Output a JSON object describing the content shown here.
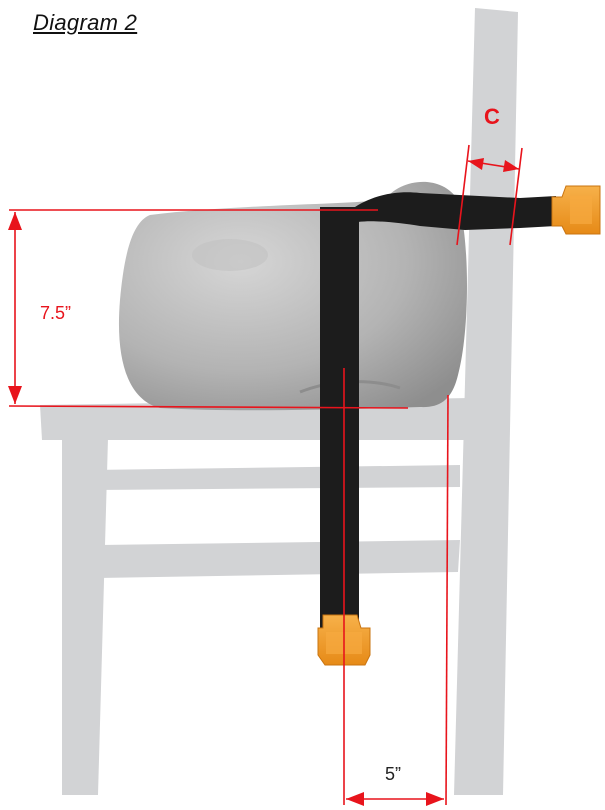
{
  "title": "Diagram 2",
  "labels": {
    "height": "7.5”",
    "depth": "5”",
    "c": "C"
  },
  "colors": {
    "chair": "#d2d3d5",
    "cushion": "#b8b8b8",
    "strap": "#1c1c1c",
    "buckle": "#f39c2a",
    "dimension": "#e8141c",
    "height_label": "#e8141c",
    "depth_label": "#222222"
  }
}
